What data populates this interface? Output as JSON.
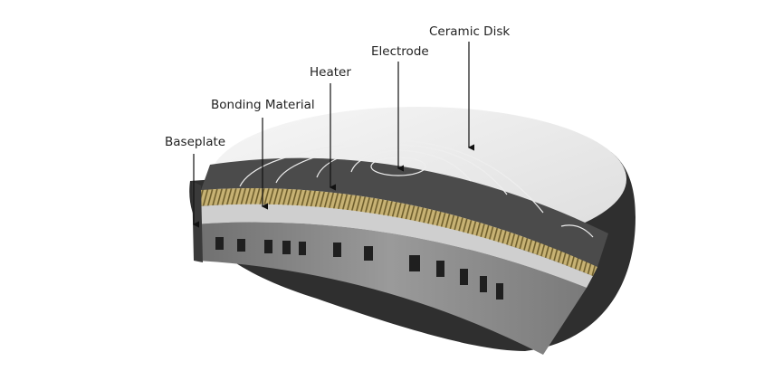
{
  "labels": {
    "ceramic_disk": "Ceramic Disk",
    "electrode": "Electrode",
    "heater": "Heater",
    "bonding_material": "Bonding Material",
    "baseplate": "Baseplate"
  },
  "colors": {
    "ceramic": "#e9e9e9",
    "electrode_layer": "#4b4b4b",
    "heater": "#b9a462",
    "baseplate": "#2f2f2f",
    "cut_face": "#8c8c8c"
  }
}
